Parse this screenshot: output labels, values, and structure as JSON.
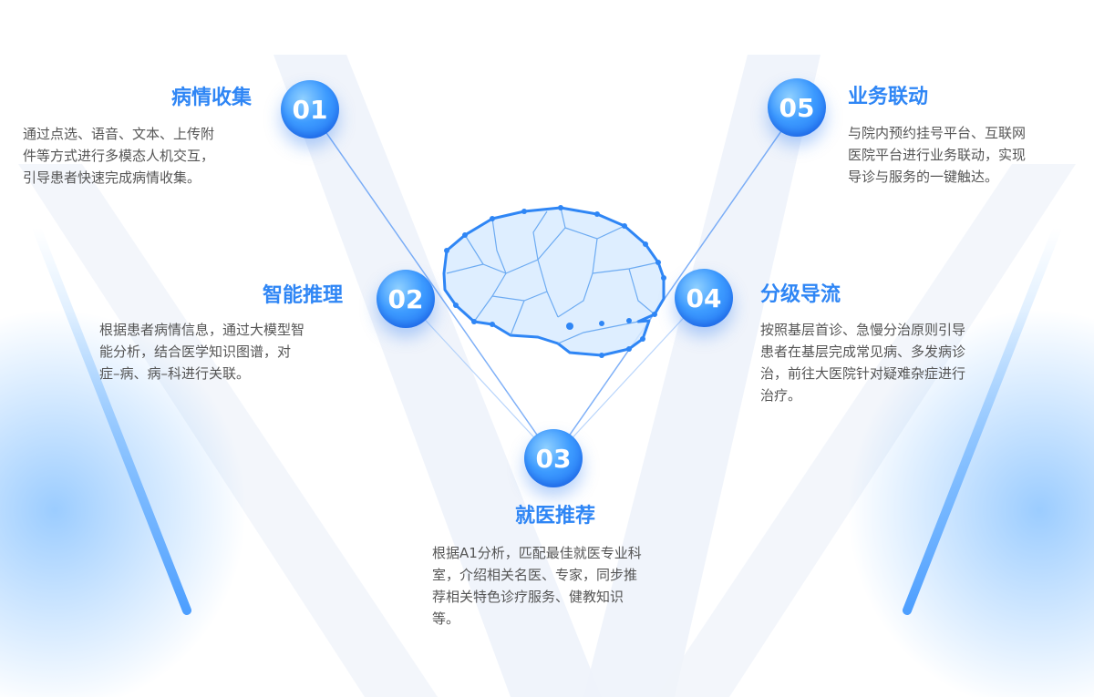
{
  "steps": [
    {
      "number": "01",
      "title": "病情收集",
      "lines": [
        "通过点选、语音、文本、上传附",
        "件等方式进行多模态人机交互，",
        "引导患者快速完成病情收集。"
      ]
    },
    {
      "number": "02",
      "title": "智能推理",
      "lines": [
        "根据患者病情信息，通过大模型智",
        "能分析，结合医学知识图谱，对",
        "症–病、病–科进行关联。"
      ]
    },
    {
      "number": "03",
      "title": "就医推荐",
      "lines": [
        "根据A1分析，匹配最佳就医专业科",
        "室，介绍相关名医、专家，同步推",
        "荐相关特色诊疗服务、健教知识",
        "等。"
      ]
    },
    {
      "number": "04",
      "title": "分级导流",
      "lines": [
        "按照基层首诊、急慢分治原则引导",
        "患者在基层完成常见病、多发病诊",
        "治，前往大医院针对疑难杂症进行",
        "治疗。"
      ]
    },
    {
      "number": "05",
      "title": "业务联动",
      "lines": [
        "与院内预约挂号平台、互联网",
        "医院平台进行业务联动，实现",
        "导诊与服务的一键触达。"
      ]
    }
  ],
  "colors": {
    "accent": "#2f86f5",
    "node": "#3d9bff",
    "text": "#555555"
  },
  "icons": {
    "center": "brain-network-icon"
  }
}
